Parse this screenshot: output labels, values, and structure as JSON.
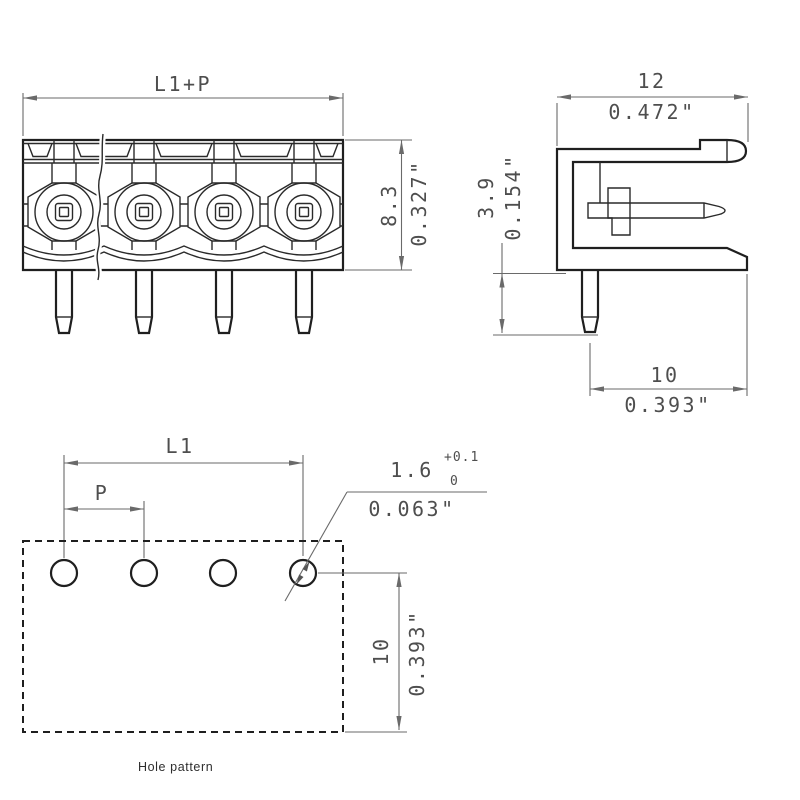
{
  "document": {
    "type": "technical-drawing",
    "views": [
      "front-view",
      "side-view",
      "hole-pattern"
    ]
  },
  "front": {
    "dim_span": "L1+P",
    "height_mm": "8.3",
    "height_in": "0.327\"",
    "poles": 4
  },
  "side": {
    "width_mm": "12",
    "width_in": "0.472\"",
    "pin_len_mm": "3.9",
    "pin_len_in": "0.154\"",
    "pin_offset_mm": "10",
    "pin_offset_in": "0.393\""
  },
  "holes": {
    "caption": "Hole pattern",
    "span": "L1",
    "pitch": "P",
    "dia_mm": "1.6",
    "tol_upper": "+0.1",
    "tol_lower": "0",
    "dia_in": "0.063\"",
    "edge_mm": "10",
    "edge_in": "0.393\"",
    "count": 4
  },
  "colors": {
    "body_line": "#1f1f1f",
    "dim_line": "#6a6a6a",
    "dim_text": "#4e4e4e",
    "background": "#ffffff"
  }
}
